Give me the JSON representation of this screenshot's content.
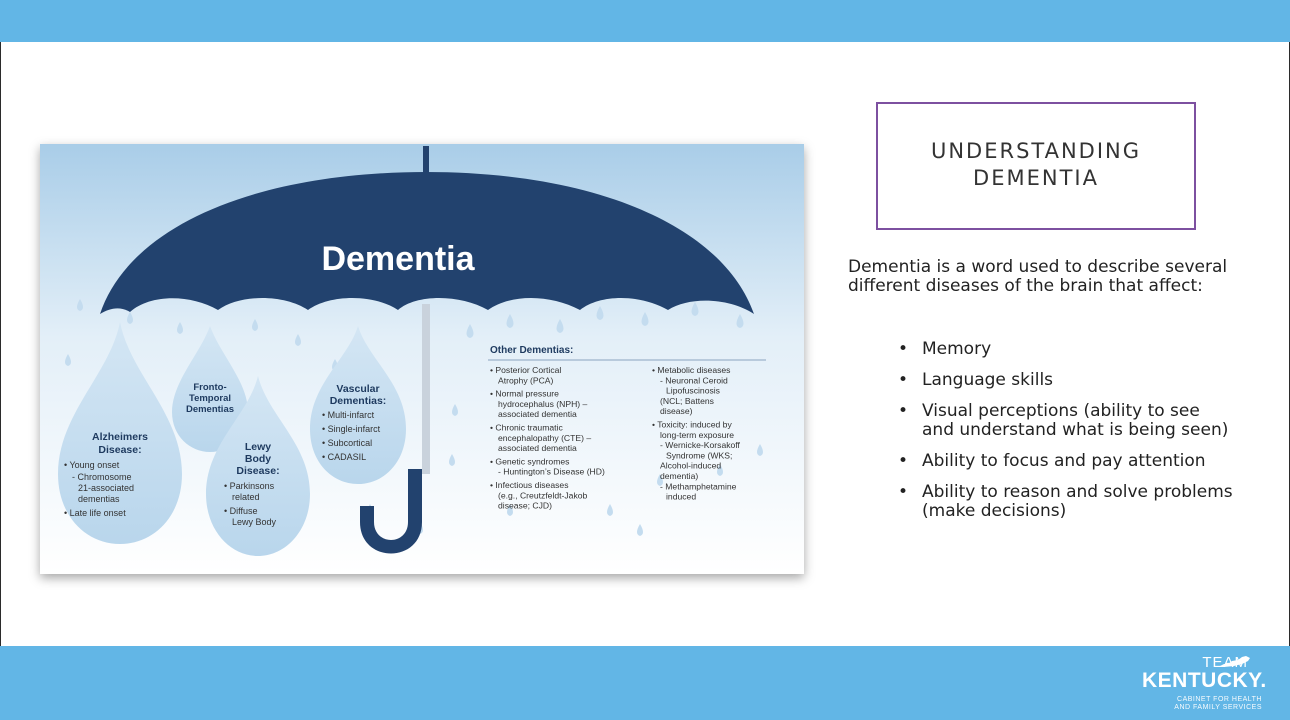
{
  "slide": {
    "title_line1": "UNDERSTANDING",
    "title_line2": "DEMENTIA",
    "description": "Dementia is a word used to describe several different diseases of the brain that affect:",
    "bullets": [
      "Memory",
      "Language skills",
      "Visual perceptions (ability to see and understand what is being seen)",
      "Ability to focus and pay attention",
      "Ability to reason and solve problems (make decisions)"
    ],
    "colors": {
      "band": "#62b6e6",
      "title_border": "#7d50a0",
      "umbrella": "#22426e"
    }
  },
  "logo": {
    "team": "TEAM",
    "kentucky": "KENTUCKY.",
    "sub_line1": "CABINET FOR HEALTH",
    "sub_line2": "AND FAMILY SERVICES"
  },
  "infographic": {
    "umbrella_title": "Dementia",
    "alz": {
      "title1": "Alzheimers",
      "title2": "Disease:",
      "i1": "• Young onset",
      "i2": "- Chromosome",
      "i3": "21-associated",
      "i4": "dementias",
      "i5": "• Late life onset"
    },
    "ftd": {
      "t1": "Fronto-",
      "t2": "Temporal",
      "t3": "Dementias"
    },
    "lewy": {
      "t1": "Lewy",
      "t2": "Body",
      "t3": "Disease:",
      "i1": "• Parkinsons",
      "i2": "related",
      "i3": "• Diffuse",
      "i4": "Lewy Body"
    },
    "vasc": {
      "t1": "Vascular",
      "t2": "Dementias:",
      "i1": "• Multi-infarct",
      "i2": "• Single-infarct",
      "i3": "• Subcortical",
      "i4": "• CADASIL"
    },
    "other": {
      "heading": "Other Dementias:",
      "c1": [
        "• Posterior Cortical",
        "Atrophy (PCA)",
        "• Normal pressure",
        "hydrocephalus (NPH) –",
        "associated dementia",
        "• Chronic traumatic",
        "encephalopathy (CTE) –",
        "associated dementia",
        "• Genetic syndromes",
        "- Huntington’s Disease (HD)",
        "• Infectious diseases",
        "(e.g., Creutzfeldt-Jakob",
        "disease; CJD)"
      ],
      "c2": [
        "• Metabolic diseases",
        "- Neuronal Ceroid",
        "Lipofuscinosis",
        "(NCL; Battens",
        "disease)",
        "• Toxicity: induced by",
        "long-term exposure",
        "- Wernicke-Korsakoff",
        "Syndrome (WKS;",
        "Alcohol-induced",
        "dementia)",
        "- Methamphetamine",
        "induced"
      ]
    }
  }
}
